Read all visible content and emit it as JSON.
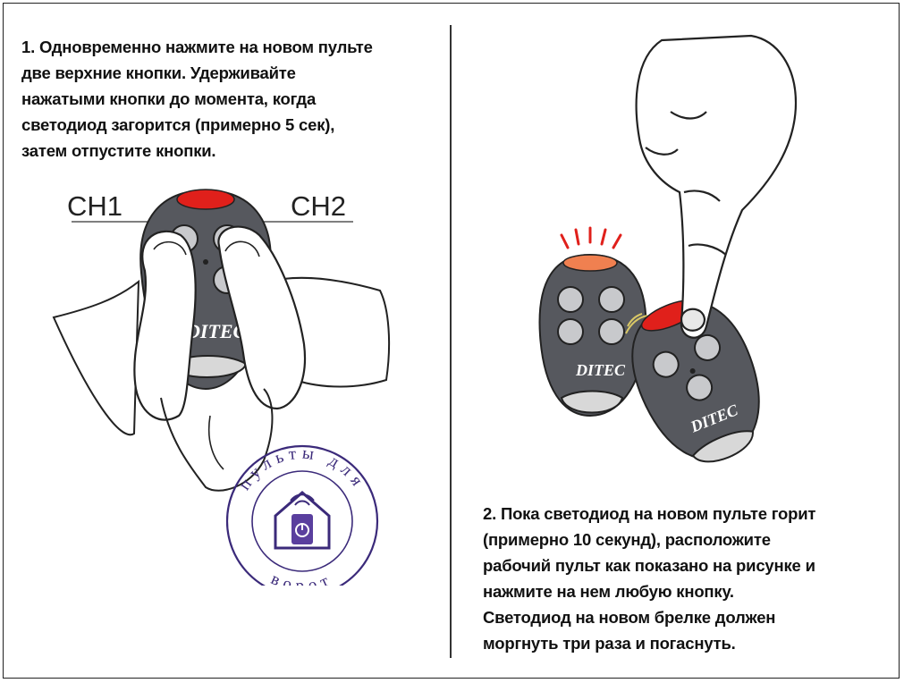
{
  "step1": {
    "lines": [
      "1. Одновременно нажмите на новом пульте",
      "две верхние кнопки. Удерживайте",
      "нажатыми кнопки до момента, когда",
      "светодиод загорится (примерно 5 сек),",
      "затем отпустите кнопки."
    ]
  },
  "step2": {
    "lines": [
      "2. Пока светодиод на новом пульте горит",
      "(примерно 10 секунд), расположите",
      "рабочий пульт как показано на рисунке и",
      "нажмите на нем любую кнопку.",
      "Светодиод на новом брелке должен",
      "моргнуть три раза и погаснуть."
    ]
  },
  "labels": {
    "ch1": "CH1",
    "ch2": "CH2",
    "brand": "DITEC"
  },
  "stamp": {
    "top_text": "пульты для",
    "bottom_text": "ворот"
  },
  "colors": {
    "remote_body": "#56585e",
    "remote_button": "#c8c9cc",
    "led_red": "#e0201b",
    "stamp": "#3b2a7a",
    "icon_accent": "#5a3f9e"
  }
}
